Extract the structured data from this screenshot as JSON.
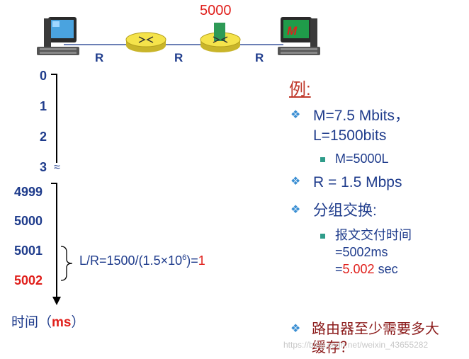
{
  "network": {
    "buffer_label": "5000",
    "links": [
      "R",
      "R",
      "R"
    ],
    "dest_label": "M"
  },
  "timeline": {
    "ticks_top": [
      "0",
      "1",
      "2",
      "3"
    ],
    "break_symbol": "≈",
    "ticks_bottom": [
      "4999",
      "5000",
      "5001",
      "5002"
    ],
    "annotation_prefix": "L/R=1500/(1.5",
    "annotation_times": "×10",
    "annotation_exp": "6",
    "annotation_eq": ")=",
    "annotation_value": "1",
    "axis_label_prefix": "时间（",
    "axis_label_unit": "ms",
    "axis_label_suffix": "）"
  },
  "panel": {
    "heading": "例:",
    "item1_line1": "M=7.5 Mbits，",
    "item1_line2": "L=1500bits",
    "item1_sub": "M=5000L",
    "item2": "R = 1.5 Mbps",
    "item3": "分组交换:",
    "item3_sub_line1": "报文交付时间",
    "item3_sub_line2": "=5002ms",
    "item3_sub_line3_prefix": "=",
    "item3_sub_line3_value": "5.002",
    "item3_sub_line3_unit": " sec",
    "item4_line1": "路由器至少需要多大",
    "item4_line2": "缓存？"
  },
  "watermark": "https://blog.csdn.net/weixin_43655282",
  "colors": {
    "text_blue": "#1f3c8c",
    "highlight_red": "#e0201c",
    "router_yellow": "#f5e34b",
    "buffer_green": "#2e9a56",
    "heading_red": "#c0392b"
  }
}
